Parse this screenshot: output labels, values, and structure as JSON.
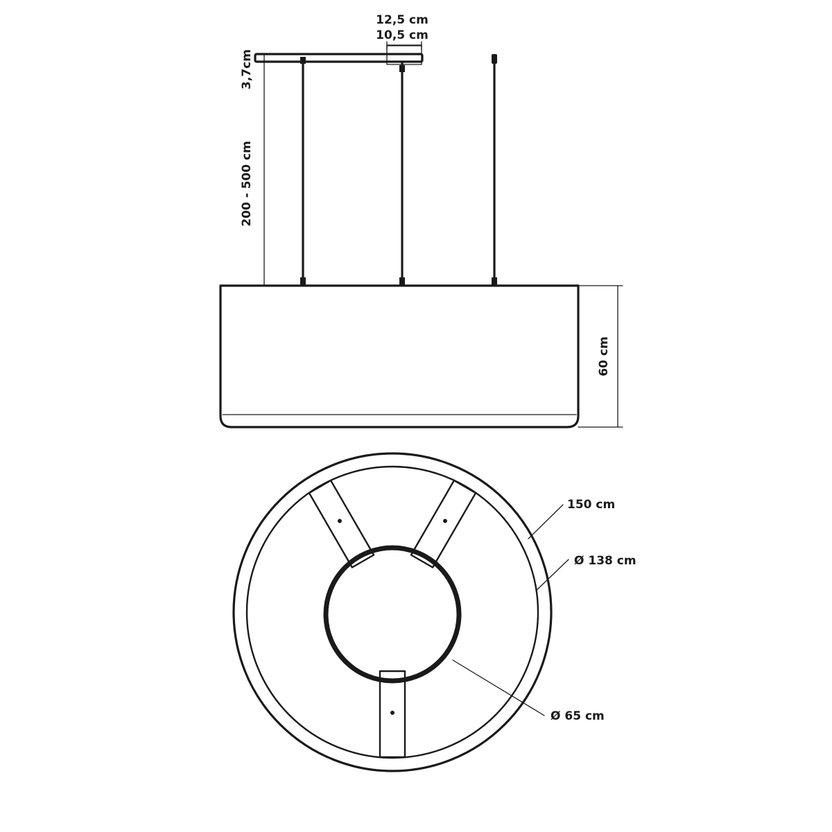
{
  "side_view": {
    "canopy_width_outer": "12,5 cm",
    "canopy_width_inner": "10,5 cm",
    "canopy_height": "3,7cm",
    "suspension_length": "200 - 500 cm",
    "shade_height": "60 cm"
  },
  "top_view": {
    "outer_diameter": "150 cm",
    "inner_ring_diameter": "Ø 138 cm",
    "center_ring_diameter": "Ø 65 cm"
  }
}
